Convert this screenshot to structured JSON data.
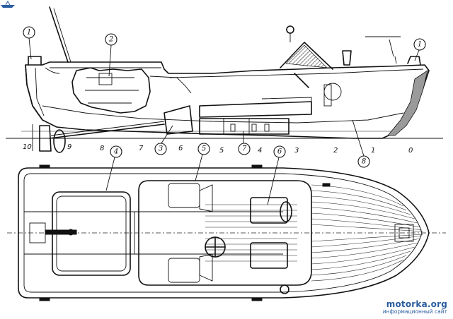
{
  "figure": {
    "views": [
      "side-section",
      "plan"
    ],
    "station_labels": [
      "10",
      "9",
      "8",
      "7",
      "6",
      "5",
      "4",
      "3",
      "2",
      "1",
      "0"
    ],
    "callouts": [
      {
        "id": "c1a",
        "label": "1"
      },
      {
        "id": "c2",
        "label": "2"
      },
      {
        "id": "c1b",
        "label": "1"
      },
      {
        "id": "c3",
        "label": "3"
      },
      {
        "id": "c5",
        "label": "5"
      },
      {
        "id": "c7",
        "label": "7"
      },
      {
        "id": "c8",
        "label": "8"
      },
      {
        "id": "c4",
        "label": "4"
      },
      {
        "id": "c6",
        "label": "6"
      }
    ]
  },
  "watermark": {
    "site": "motorka.org",
    "tagline": "информационный сайт",
    "color": "#2a5d9f"
  }
}
